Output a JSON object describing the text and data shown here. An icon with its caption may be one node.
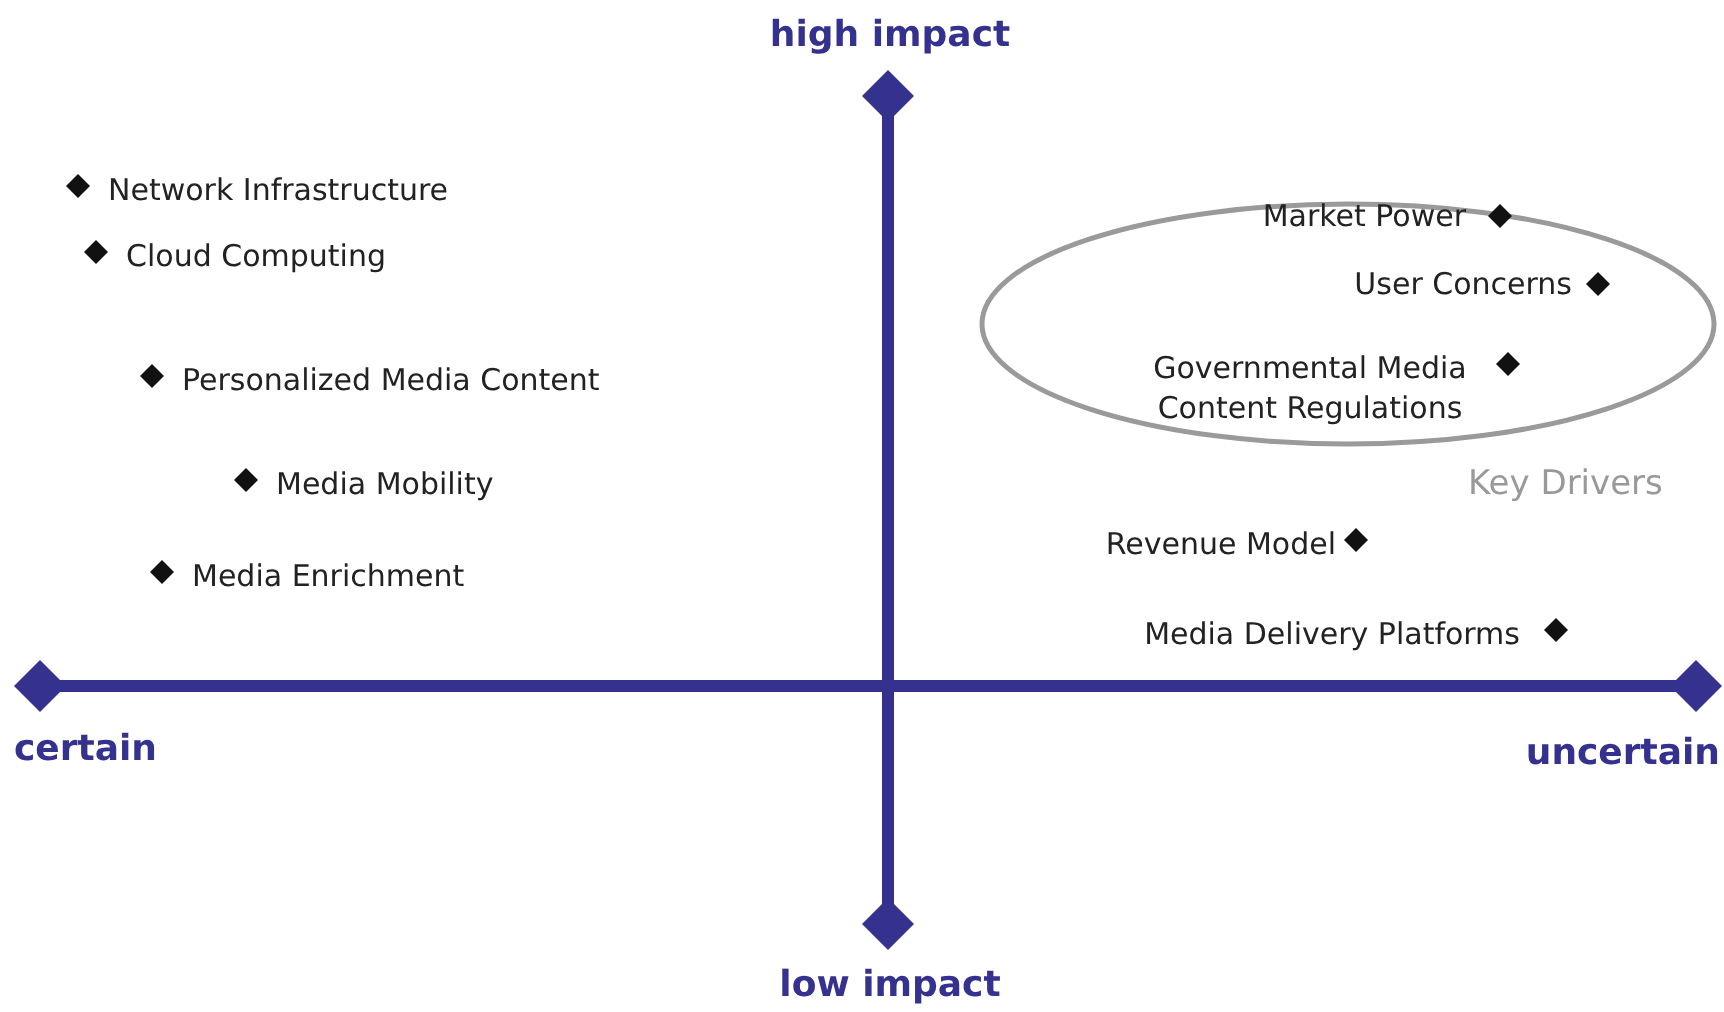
{
  "diagram": {
    "nodes": [
      {
        "text": [
          "Key Drivers"
        ]
      },
      {
        "text": [
          "Market Power"
        ],
        "in": 0
      },
      {
        "text": [
          "User Concerns"
        ],
        "in": 0
      },
      {
        "text": [
          "Governmental Media Content Regulations"
        ],
        "in": 0
      }
    ],
    "labels": [
      "high impact",
      "Network Infrastructure",
      "Cloud Computing",
      "Personalized Media Content",
      "Media Mobility",
      "Media Enrichment",
      "Revenue Model",
      "Media Delivery Platforms",
      "certain",
      "uncertain",
      "low impact"
    ]
  }
}
